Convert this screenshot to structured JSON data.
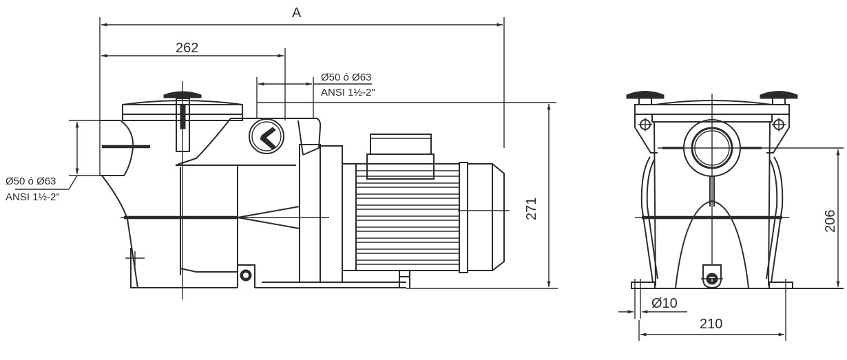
{
  "drawing": {
    "title": "Pool pump dimensional drawing",
    "views": [
      "side-view",
      "front-view"
    ],
    "line_color": "#2b2b2b",
    "background": "#ffffff"
  },
  "side_view": {
    "dim_overall_length": "A",
    "dim_to_outlet_axis": "262",
    "dim_total_height": "271",
    "outlet_port": {
      "diameter": "Ø50 ó Ø63",
      "ansi": "ANSI 1½-2\""
    },
    "inlet_port": {
      "diameter": "Ø50 ó Ø63",
      "ansi": "ANSI 1½-2\""
    }
  },
  "front_view": {
    "dim_inlet_axis_height": "206",
    "dim_bolt_hole": "Ø10",
    "dim_base_width": "210"
  }
}
